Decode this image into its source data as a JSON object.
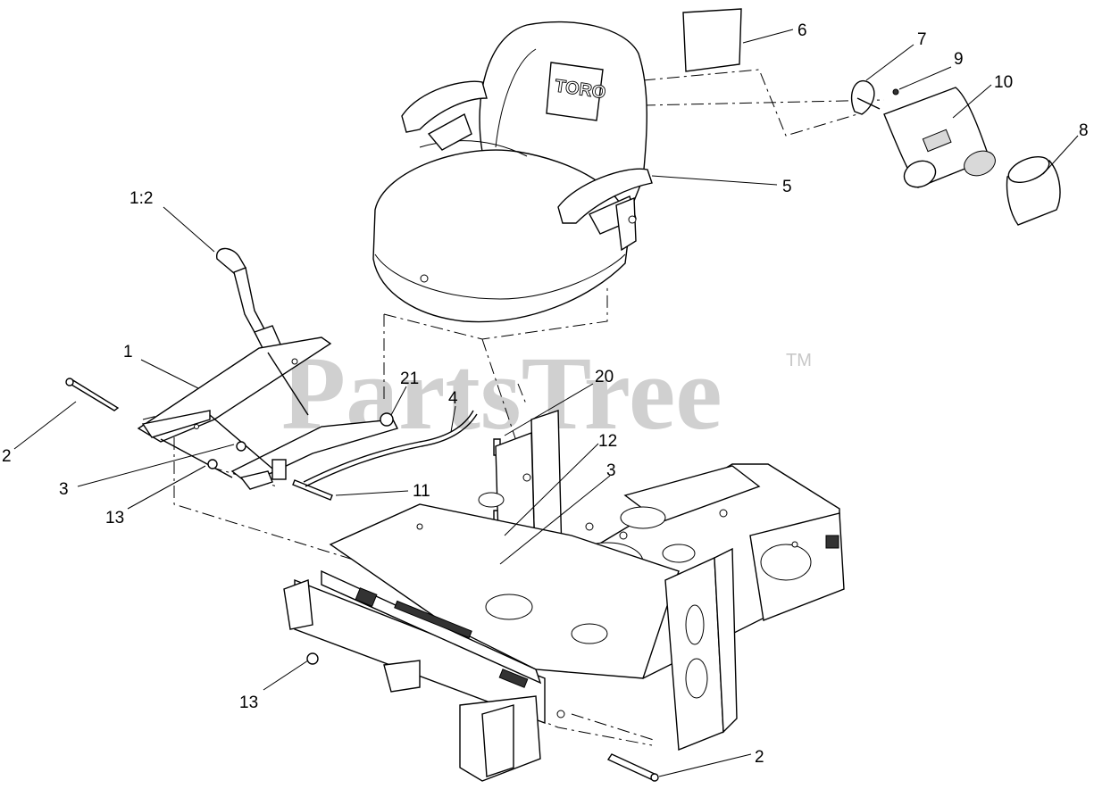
{
  "watermark": {
    "text": "PartsTree",
    "trademark": "TM"
  },
  "seat_logo": "TORO",
  "callouts": [
    {
      "label": "1:2"
    },
    {
      "label": "1"
    },
    {
      "label": "2"
    },
    {
      "label": "3"
    },
    {
      "label": "13"
    },
    {
      "label": "21"
    },
    {
      "label": "4"
    },
    {
      "label": "11"
    },
    {
      "label": "20"
    },
    {
      "label": "12"
    },
    {
      "label": "3"
    },
    {
      "label": "13"
    },
    {
      "label": "2"
    },
    {
      "label": "6"
    },
    {
      "label": "7"
    },
    {
      "label": "9"
    },
    {
      "label": "10"
    },
    {
      "label": "8"
    },
    {
      "label": "5"
    }
  ]
}
